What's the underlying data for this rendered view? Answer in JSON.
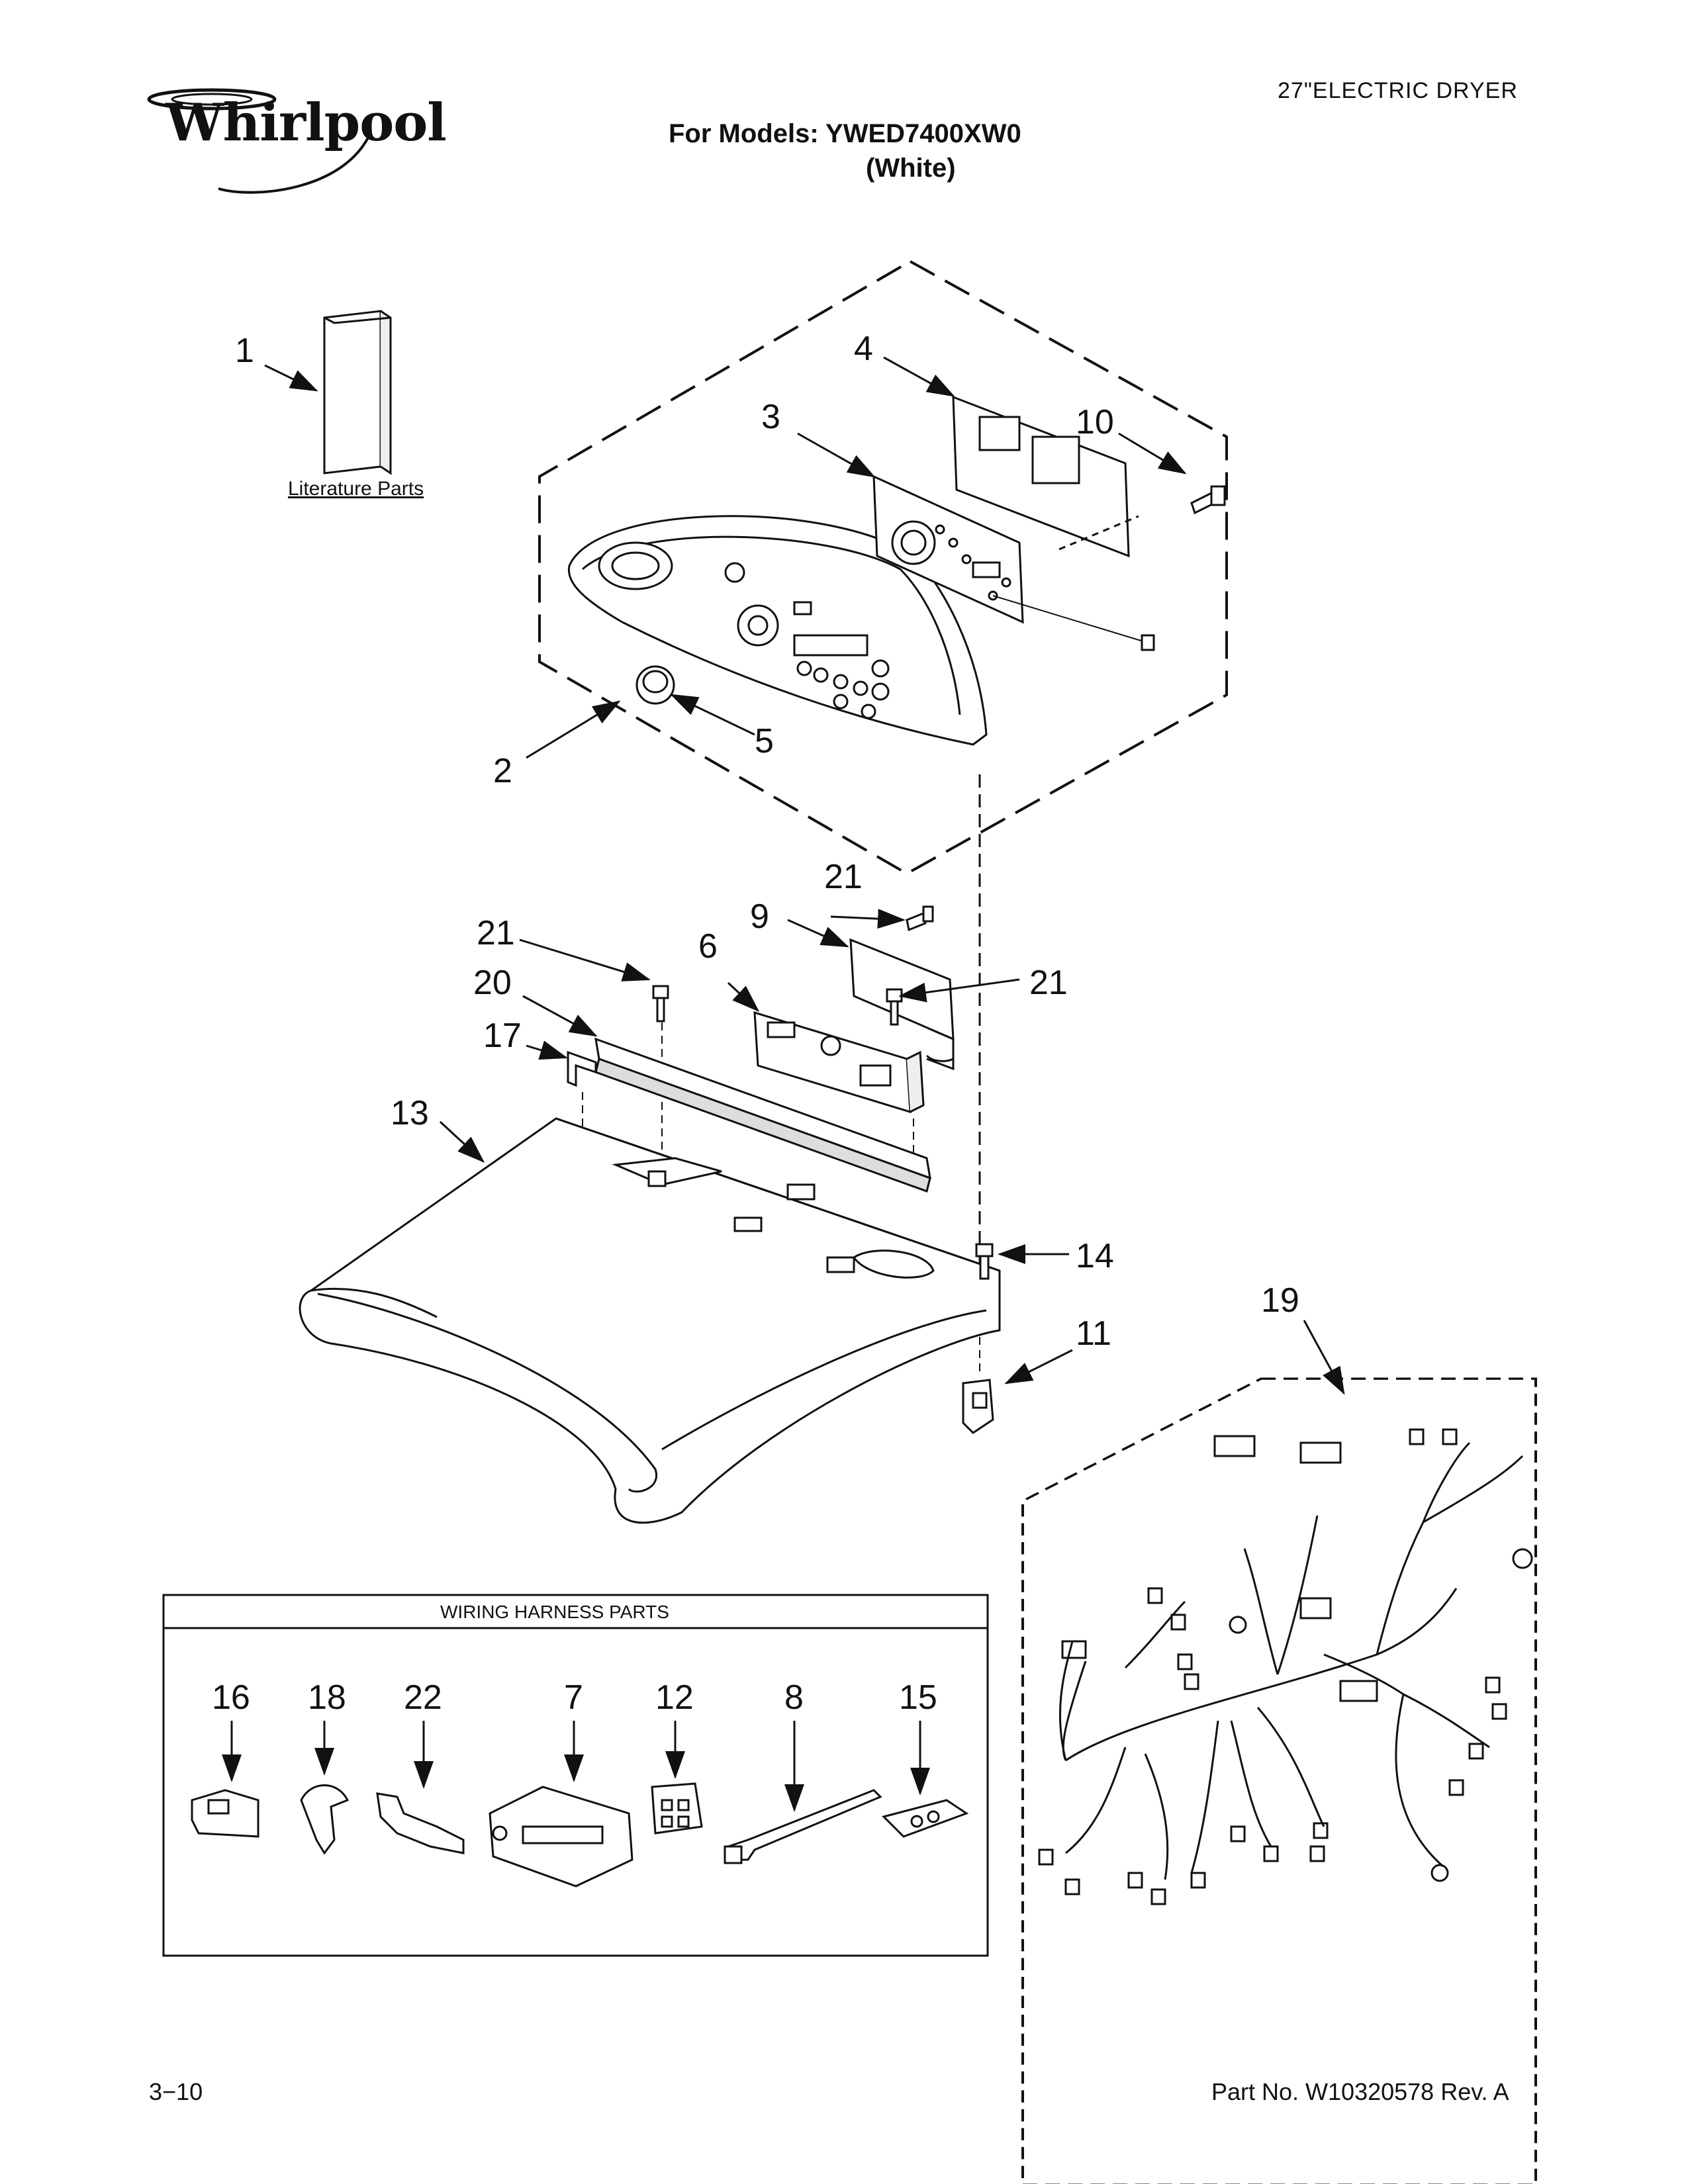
{
  "brand": "Whirlpool",
  "doc_type": "27\"ELECTRIC DRYER",
  "models_line": "For Models: YWED7400XW0",
  "color_line": "(White)",
  "literature_label": "Literature Parts",
  "harness_title": "WIRING HARNESS PARTS",
  "callouts": {
    "c1": "1",
    "c2": "2",
    "c3": "3",
    "c4": "4",
    "c5": "5",
    "c6": "6",
    "c7": "7",
    "c8": "8",
    "c9": "9",
    "c10": "10",
    "c11": "11",
    "c12": "12",
    "c13": "13",
    "c14": "14",
    "c15": "15",
    "c16": "16",
    "c17": "17",
    "c18": "18",
    "c19": "19",
    "c20": "20",
    "c21a": "21",
    "c21b": "21",
    "c21c": "21",
    "c22": "22"
  },
  "footer": {
    "page": "3−10",
    "part_no": "Part No. W10320578 Rev. A"
  }
}
